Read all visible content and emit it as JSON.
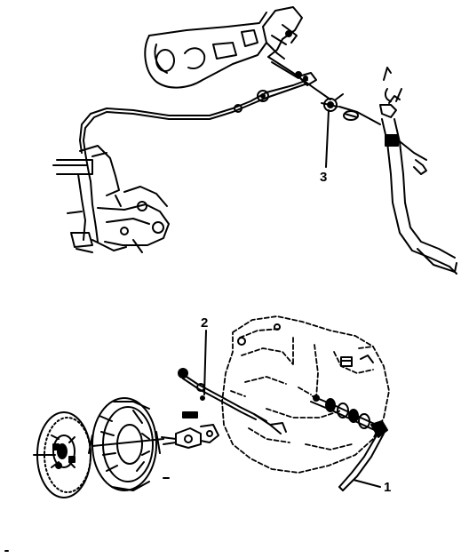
{
  "diagram": {
    "callouts": [
      {
        "id": "callout-3",
        "label": "3"
      },
      {
        "id": "callout-2",
        "label": "2"
      },
      {
        "id": "callout-1",
        "label": "1"
      }
    ],
    "ink_color": "#000000",
    "paper_color": "#ffffff"
  }
}
